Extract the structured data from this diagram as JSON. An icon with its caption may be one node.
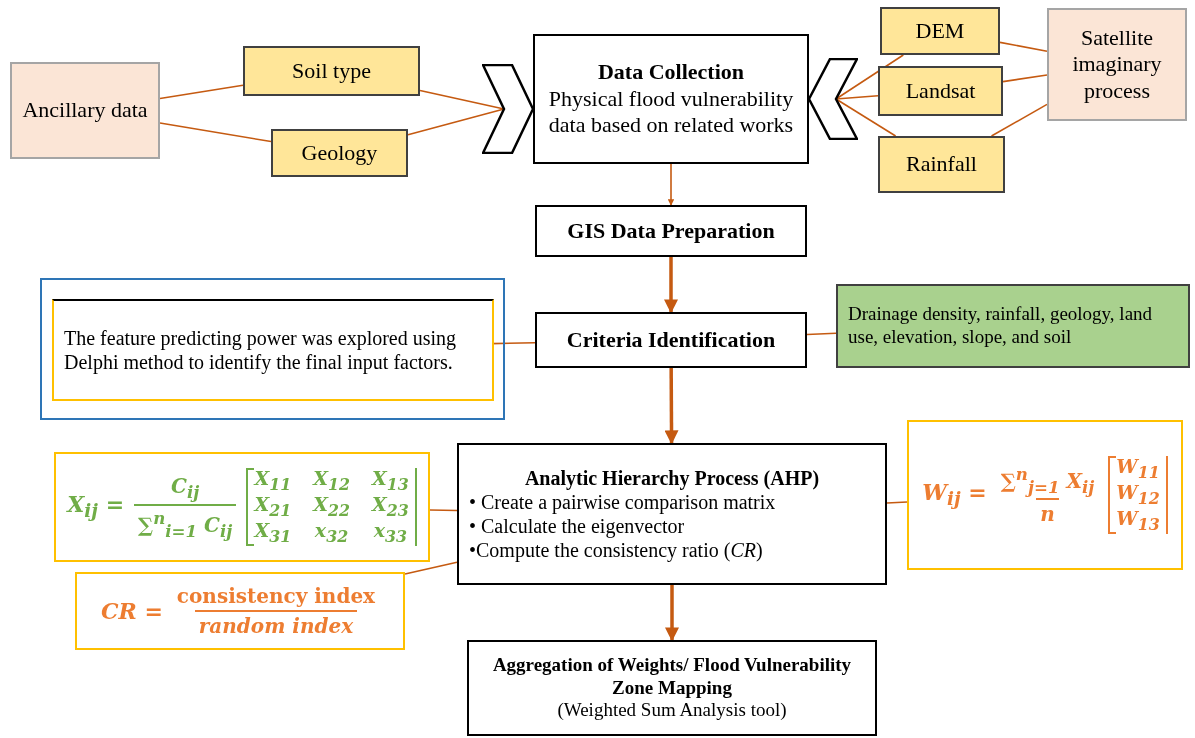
{
  "diagram": {
    "nodes": [
      {
        "text": [
          "Ancillary data"
        ]
      },
      {
        "text": [
          "Soil type"
        ]
      },
      {
        "text": [
          "Geology"
        ]
      },
      {
        "text": [],
        "shape": "chevron"
      },
      {
        "text": [
          "Data Collection",
          "Physical flood vulnerability data based on related works"
        ]
      },
      {
        "text": [],
        "shape": "chevron"
      },
      {
        "text": [
          "DEM"
        ]
      },
      {
        "text": [
          "Landsat"
        ]
      },
      {
        "text": [
          "Rainfall"
        ]
      },
      {
        "text": [
          "Satellite imaginary process"
        ]
      },
      {
        "text": [
          "GIS Data Preparation"
        ]
      },
      {
        "text": [],
        "shape": "box"
      },
      {
        "text": [
          "The feature predicting power was explored using Delphi method to identify the final input factors."
        ],
        "in": 11
      },
      {
        "text": [
          "Criteria Identification"
        ]
      },
      {
        "text": [
          "Drainage density, rainfall, geology, land use, elevation, slope, and soil"
        ]
      },
      {
        "text": [
          "X$_{ij}$ =",
          "C$_{ij}$",
          "∑$^{n}$$_{i=1}$ C$_{ij}$",
          "X$_{11}$",
          "X$_{12}$",
          "X$_{13}$",
          "X$_{21}$",
          "X$_{22}$",
          "X$_{23}$",
          "X$_{31}$",
          "x$_{32}$",
          "x$_{33}$"
        ]
      },
      {
        "text": [
          "Analytic Hierarchy Process (AHP)",
          "• Create a pairwise comparison matrix",
          "• Calculate the eigenvector",
          "•Compute the consistency ratio (*CR*)"
        ]
      },
      {
        "text": [
          "W$_{ij}$ =",
          "∑$^{n}$$_{j=1}$ X$_{ij}$",
          "n",
          "W$_{11}$",
          "W$_{12}$",
          "W$_{13}$"
        ]
      },
      {
        "text": [
          "CR =",
          "consistency index",
          "random index"
        ]
      },
      {
        "text": [
          "Aggregation of Weights/ Flood Vulnerability Zone Mapping",
          "(Weighted Sum Analysis tool)"
        ]
      }
    ],
    "edges": [
      {
        "from": 0,
        "to": 1,
        "arrow": "none"
      },
      {
        "from": 0,
        "to": 2,
        "arrow": "none"
      },
      {
        "from": 1,
        "to": 3,
        "arrow": "none"
      },
      {
        "from": 2,
        "to": 3,
        "arrow": "none"
      },
      {
        "from": 6,
        "to": 5,
        "arrow": "none"
      },
      {
        "from": 7,
        "to": 5,
        "arrow": "none"
      },
      {
        "from": 8,
        "to": 5,
        "arrow": "none"
      },
      {
        "from": 9,
        "to": 6,
        "arrow": "none"
      },
      {
        "from": 9,
        "to": 7,
        "arrow": "none"
      },
      {
        "from": 9,
        "to": 8,
        "arrow": "none"
      },
      {
        "from": 4,
        "to": 10,
        "arrow": "to"
      },
      {
        "from": 10,
        "to": 13,
        "arrow": "to",
        "style": "thick"
      },
      {
        "from": 13,
        "to": 12,
        "arrow": "none"
      },
      {
        "from": 13,
        "to": 14,
        "arrow": "none"
      },
      {
        "from": 13,
        "to": 16,
        "arrow": "to",
        "style": "thick"
      },
      {
        "from": 15,
        "to": 16,
        "arrow": "none"
      },
      {
        "from": 17,
        "to": 16,
        "arrow": "none"
      },
      {
        "from": 18,
        "to": 16,
        "arrow": "none"
      },
      {
        "from": 16,
        "to": 19,
        "arrow": "to",
        "style": "thick"
      }
    ]
  }
}
